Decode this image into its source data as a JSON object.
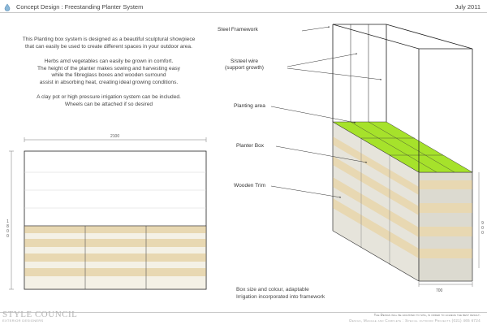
{
  "header": {
    "title": "Concept Design :  Freestanding Planter System",
    "date": "July 2011"
  },
  "description": {
    "paragraph1": [
      "This Planting box system is designed as a beautiful sculptural showpiece",
      "that can easily be used to create different spaces in your outdoor area."
    ],
    "paragraph2": [
      "Herbs amd vegetables can easily be grown in comfort.",
      "The height of the planter makes sowing and harvesting easy",
      "while the fibreglass boxes and wooden surround",
      "assist in absorbing heat, creating ideal growing conditions."
    ],
    "paragraph3": [
      "A clay pot or high pressure irrigation system can be included.",
      "Wheels can be attached if so desired"
    ]
  },
  "elevation": {
    "width_dimension": "2100",
    "height_dimension": "1800"
  },
  "isometric": {
    "labels": {
      "steel_framework": "Steel Framework",
      "wire_line1": "S/steel wire",
      "wire_line2": "(support growth)",
      "planting_area": "Planting area",
      "planter_box": "Planter Box",
      "wooden_trim": "Wooden Trim"
    },
    "depth_dimension": "700",
    "box_height_dimension": "900",
    "note_line1": "Box size and colour, adaptable",
    "note_line2": "Irrigation incorporated into framework"
  },
  "colors": {
    "wood": "#e8d8b2",
    "planting_green": "#a6e22b",
    "box_face": "#e2e0d6"
  },
  "footer": {
    "brand_name": "STYLE COUNCIL",
    "brand_tagline": "EXTERIOR DESIGNERS",
    "disclaimer": "The Design will be adjusted to site, in order to achieve the best result.",
    "contact": "Design, Manage and Complete : Special outdoor Projects (021) 465 6724"
  }
}
